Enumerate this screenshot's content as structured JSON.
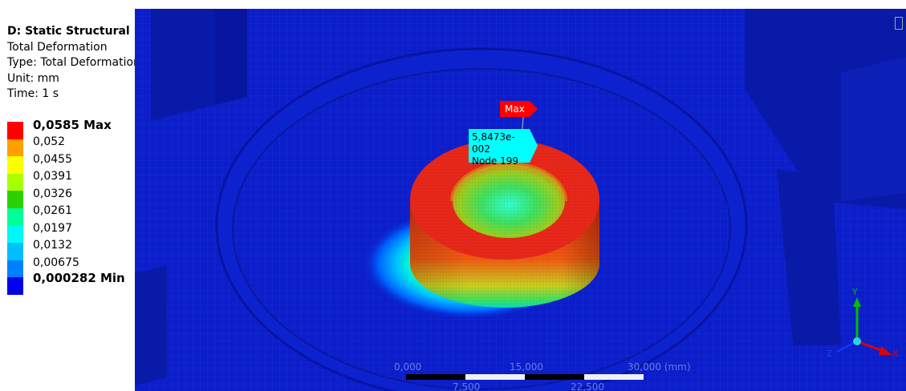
{
  "legend": {
    "title": "D: Static Structural",
    "result": "Total Deformation",
    "type": "Type: Total Deformation",
    "unit": "Unit: mm",
    "time": "Time: 1 s",
    "levels": [
      {
        "label": "0,0585 Max",
        "color": "#ff0000",
        "bold": true
      },
      {
        "label": "0,052",
        "color": "#ff9f00",
        "bold": false
      },
      {
        "label": "0,0455",
        "color": "#ffff00",
        "bold": false
      },
      {
        "label": "0,0391",
        "color": "#aaff00",
        "bold": false
      },
      {
        "label": "0,0326",
        "color": "#2bd000",
        "bold": false
      },
      {
        "label": "0,0261",
        "color": "#00ff96",
        "bold": false
      },
      {
        "label": "0,0197",
        "color": "#00f8f8",
        "bold": false
      },
      {
        "label": "0,0132",
        "color": "#00bfff",
        "bold": false
      },
      {
        "label": "0,00675",
        "color": "#0080ff",
        "bold": false
      },
      {
        "label": "0,000282 Min",
        "color": "#0000ee",
        "bold": true
      }
    ]
  },
  "viewport": {
    "max_tag": "Max",
    "probe_value": "5,8473e-002",
    "probe_node": "Node 199",
    "scale": {
      "top_labels": [
        "0,000",
        "15,000",
        "30,000 (mm)"
      ],
      "bottom_labels": [
        "7,500",
        "22,500"
      ]
    },
    "axes": {
      "x": "X",
      "y": "Y",
      "z": "Z"
    }
  },
  "colors": {
    "background_blue": "#0b1ec9",
    "ring_red": "#ee2a10",
    "legend_text": "#000000"
  }
}
